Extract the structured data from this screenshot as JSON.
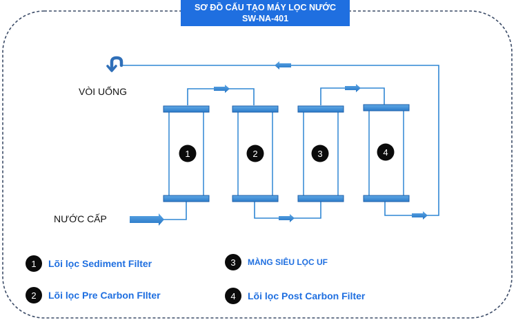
{
  "title": {
    "line1": "SƠ ĐỒ CẤU TẠO MÁY LỌC NƯỚC",
    "line2": "SW-NA-401"
  },
  "labels": {
    "outlet": "VÒI UỐNG",
    "inlet": "NƯỚC CẤP"
  },
  "filters": [
    {
      "number": "1"
    },
    {
      "number": "2"
    },
    {
      "number": "3"
    },
    {
      "number": "4"
    }
  ],
  "legend": [
    {
      "number": "1",
      "text": "Lõi lọc Sediment Filter"
    },
    {
      "number": "2",
      "text": "Lõi lọc Pre Carbon FIlter"
    },
    {
      "number": "3",
      "text": "MÀNG SIÊU LỌC UF"
    },
    {
      "number": "4",
      "text": "Lõi lọc Post Carbon Filter"
    }
  ],
  "colors": {
    "accent": "#1f6fe0",
    "pipe": "#2f86d4",
    "cap": "#3a8dd6",
    "border": "#3a4a66"
  }
}
